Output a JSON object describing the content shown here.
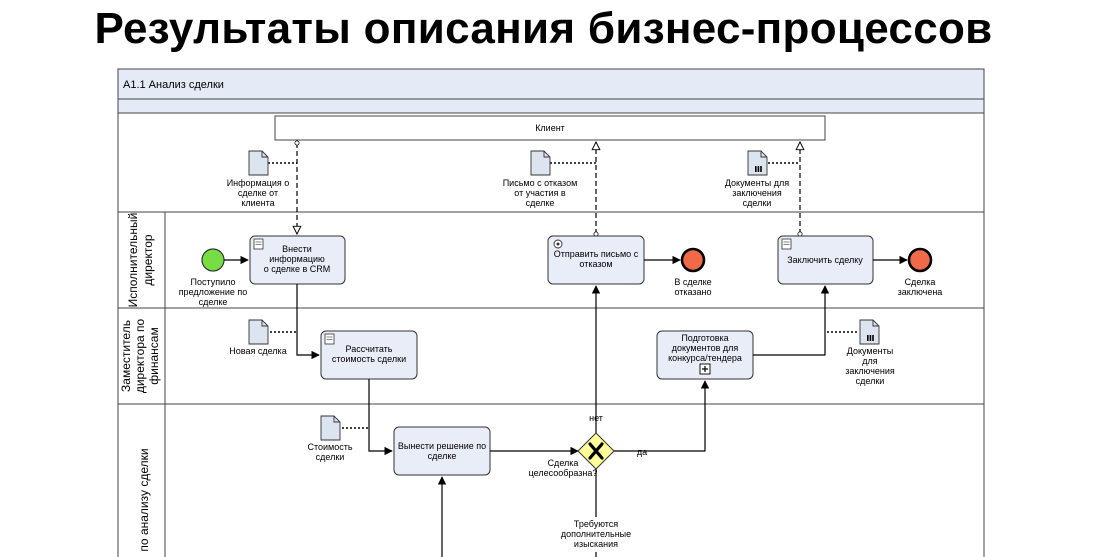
{
  "page_title": "Результаты описания бизнес-процессов",
  "diagram": {
    "header": "А1.1 Анализ сделки",
    "pool_client": "Клиент",
    "lanes": {
      "director": [
        "Исполнительный",
        "директор"
      ],
      "deputy": [
        "Заместитель",
        "директора по",
        "финансам"
      ],
      "analyst": "по анализу сделки"
    },
    "tasks": {
      "enter_info": [
        "Внести",
        "информацию",
        "о сделке в CRM"
      ],
      "send_letter": [
        "Отправить письмо с",
        "отказом"
      ],
      "conclude": "Заключить сделку",
      "calculate": [
        "Рассчитать",
        "стоимость сделки"
      ],
      "prepare_docs": [
        "Подготовка",
        "документов для",
        "конкурса/тендера"
      ],
      "decide": [
        "Вынести решение по",
        "сделке"
      ]
    },
    "events": {
      "start": [
        "Поступило",
        "предложение по",
        "сделке"
      ],
      "end_rejected": [
        "В сделке",
        "отказано"
      ],
      "end_concluded": [
        "Сделка",
        "заключена"
      ]
    },
    "documents": {
      "deal_info": [
        "Информация о",
        "сделке от",
        "клиента"
      ],
      "rejection_letter": [
        "Письмо с отказом",
        "от участия в",
        "сделке"
      ],
      "contract_docs": [
        "Документы для",
        "заключения",
        "сделки"
      ],
      "new_deal": "Новая сделка",
      "deal_cost": [
        "Стоимость",
        "сделки"
      ],
      "conclusion_docs": [
        "Документы",
        "для",
        "заключения",
        "сделки"
      ]
    },
    "gateway": {
      "question": [
        "Сделка",
        "целесообразна?"
      ],
      "no": "нет",
      "yes": "да",
      "more_research": [
        "Требуются",
        "дополнительные",
        "изыскания"
      ]
    },
    "colors": {
      "task_fill": "#e8edf8",
      "start_fill": "#77dd44",
      "end_fill": "#f06a4a",
      "gateway_fill": "#ffff99",
      "doc_fill": "#dce4f0"
    }
  }
}
